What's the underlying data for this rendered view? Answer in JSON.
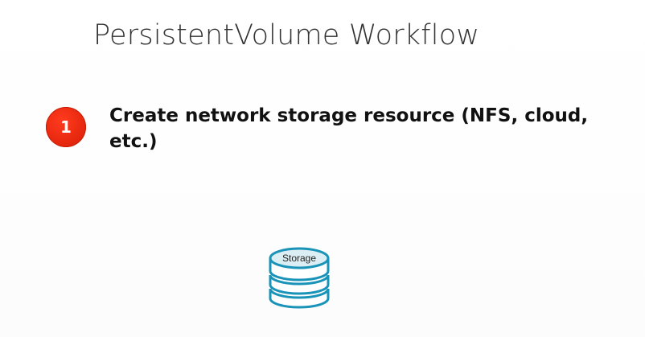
{
  "slide": {
    "title": "PersistentVolume Workflow",
    "step": {
      "number": "1",
      "text": "Create network storage resource (NFS, cloud, etc.)",
      "badge_color": "#e8290f"
    },
    "storage": {
      "label": "Storage",
      "icon": "database-icon",
      "stroke_color": "#1a93b8",
      "top_fill": "#dbeef4"
    }
  }
}
